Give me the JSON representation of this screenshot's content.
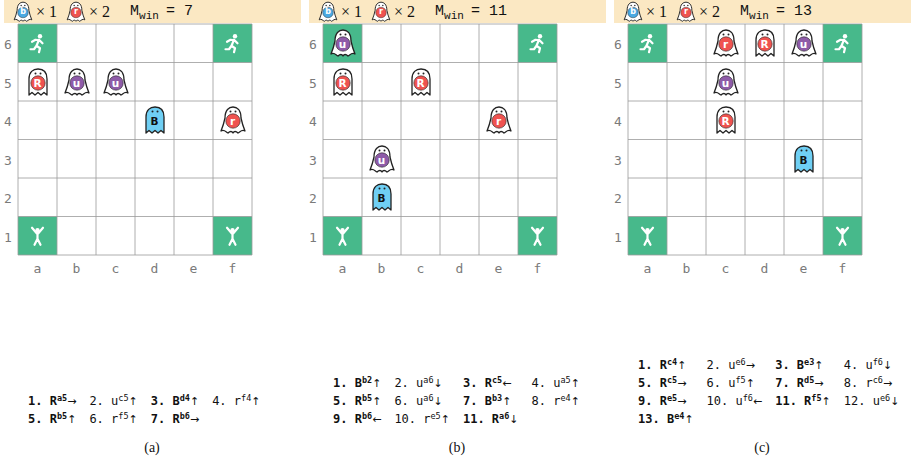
{
  "diagram": {
    "nodes": [
      {
        "text": [
          "× 1",
          "× 2",
          "M",
          "win",
          "= 7"
        ]
      },
      {
        "text": [
          "b"
        ],
        "in": 0
      },
      {
        "text": [
          "r"
        ],
        "in": 0
      },
      {
        "text": [
          "R"
        ]
      },
      {
        "text": [
          "u"
        ]
      },
      {
        "text": [
          "u"
        ]
      },
      {
        "text": [
          "B"
        ]
      },
      {
        "text": [
          "r"
        ]
      },
      {
        "text": [
          "× 1",
          "× 2",
          "M",
          "win",
          "= 11"
        ]
      },
      {
        "text": [
          "b"
        ],
        "in": 8
      },
      {
        "text": [
          "r"
        ],
        "in": 8
      },
      {
        "text": [
          "u"
        ]
      },
      {
        "text": [
          "R"
        ]
      },
      {
        "text": [
          "R"
        ]
      },
      {
        "text": [
          "r"
        ]
      },
      {
        "text": [
          "u"
        ]
      },
      {
        "text": [
          "B"
        ]
      },
      {
        "text": [
          "× 1",
          "× 2",
          "M",
          "win",
          "= 13"
        ]
      },
      {
        "text": [
          "b"
        ],
        "in": 17
      },
      {
        "text": [
          "r"
        ],
        "in": 17
      },
      {
        "text": [
          "r"
        ]
      },
      {
        "text": [
          "R"
        ]
      },
      {
        "text": [
          "u"
        ]
      },
      {
        "text": [
          "u"
        ]
      },
      {
        "text": [
          "R"
        ]
      },
      {
        "text": [
          "B"
        ]
      }
    ],
    "labels": [
      "6",
      "5",
      "4",
      "3",
      "2",
      "1",
      "a",
      "b",
      "c",
      "d",
      "e",
      "f",
      "1. R",
      "a5",
      "→",
      "2. u",
      "c5",
      "↑",
      "3. B",
      "d4",
      "↑",
      "4. r",
      "f4",
      "↑",
      "5. R",
      "b5",
      "↑",
      "6. r",
      "f5",
      "↑",
      "7. R",
      "b6",
      "→",
      "(a)",
      "6",
      "5",
      "4",
      "3",
      "2",
      "1",
      "a",
      "b",
      "c",
      "d",
      "e",
      "f",
      "1. B",
      "b2",
      "↑",
      "2. u",
      "a6",
      "↓",
      "3. R",
      "c5",
      "←",
      "4. u",
      "a5",
      "↑",
      "5. R",
      "b5",
      "↑",
      "6. u",
      "a6",
      "↓",
      "7. B",
      "b3",
      "↑",
      "8. r",
      "e4",
      "↑",
      "9. R",
      "b6",
      "←",
      "10. r",
      "e5",
      "↑",
      "11. R",
      "a6",
      "↓",
      "(b)",
      "6",
      "5",
      "4",
      "3",
      "2",
      "1",
      "a",
      "b",
      "c",
      "d",
      "e",
      "f",
      "1. R",
      "c4",
      "↑",
      "2. u",
      "e6",
      "→",
      "3. B",
      "e3",
      "↑",
      "4. u",
      "f6",
      "↓",
      "5. R",
      "c5",
      "→",
      "6. u",
      "f5",
      "↑",
      "7. R",
      "d5",
      "→",
      "8. r",
      "c6",
      "→",
      "9. R",
      "e5",
      "→",
      "10. u",
      "f6",
      "←",
      "11. R",
      "f5",
      "↑",
      "12. u",
      "e6",
      "↓",
      "13. B",
      "e4",
      "↑",
      "(c)"
    ]
  }
}
